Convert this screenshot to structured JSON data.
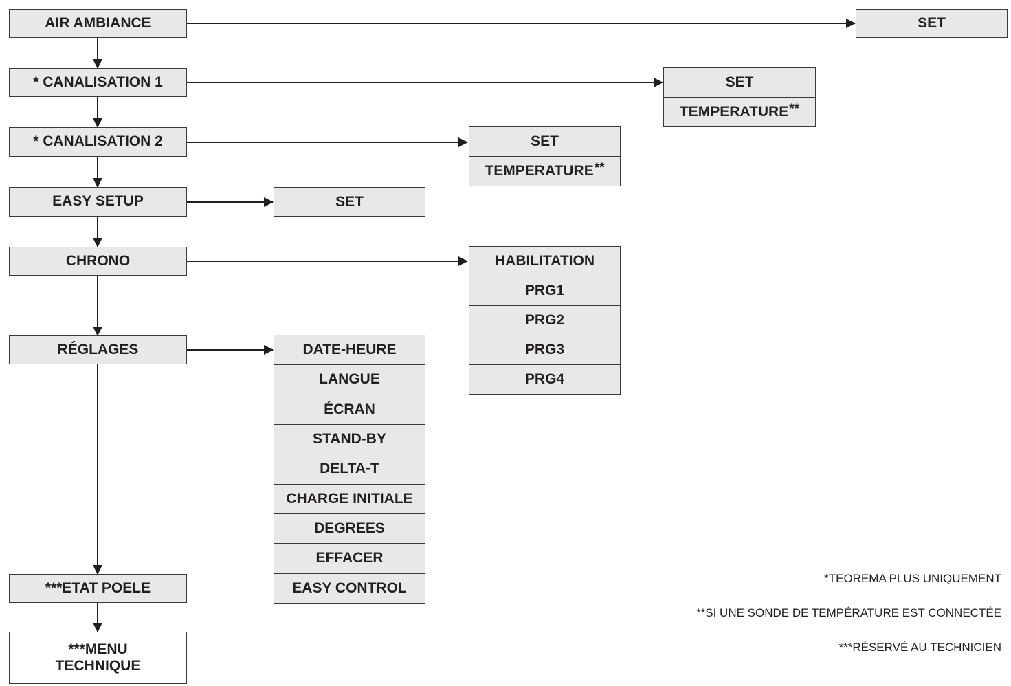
{
  "main_menu": {
    "air_ambiance": "AIR AMBIANCE",
    "canalisation_1": "* CANALISATION 1",
    "canalisation_2": "* CANALISATION 2",
    "easy_setup": "EASY SETUP",
    "chrono": "CHRONO",
    "reglages": "RÉGLAGES",
    "etat_poele": "***ETAT POELE",
    "menu_technique_line1": "***MENU",
    "menu_technique_line2": "TECHNIQUE"
  },
  "air_ambiance_sub": [
    "SET"
  ],
  "canalisation_1_sub": {
    "set": "SET",
    "temperature": "TEMPERATURE",
    "temperature_mark": "**"
  },
  "canalisation_2_sub": {
    "set": "SET",
    "temperature": "TEMPERATURE",
    "temperature_mark": "**"
  },
  "easy_setup_sub": [
    "SET"
  ],
  "chrono_sub": [
    "HABILITATION",
    "PRG1",
    "PRG2",
    "PRG3",
    "PRG4"
  ],
  "reglages_sub": [
    "DATE-HEURE",
    "LANGUE",
    "ÉCRAN",
    "STAND-BY",
    "DELTA-T",
    "CHARGE INITIALE",
    "DEGREES",
    "EFFACER",
    "EASY CONTROL"
  ],
  "notes": [
    "*TEOREMA PLUS UNIQUEMENT",
    "**SI UNE SONDE DE TEMPÉRATURE EST CONNECTÉE",
    "***RÉSERVÉ AU TECHNICIEN"
  ],
  "colors": {
    "box_fill": "#e8e8e8",
    "line": "#231f20",
    "border": "#3a3a3a"
  }
}
